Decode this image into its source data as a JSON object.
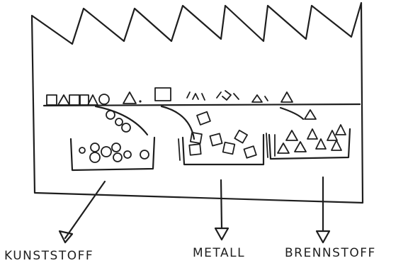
{
  "labels": {
    "plastic": "KUNSTSTOFF",
    "metal": "METALL",
    "fuel": "BRENNSTOFF"
  },
  "icons": {
    "building": "factory-sawtooth-roof",
    "circle": "plastic-part-circle",
    "square": "metal-part-square",
    "triangle": "fuel-part-triangle"
  },
  "colors": {
    "ink": "#1e1e1e",
    "paper": "#ffffff"
  }
}
